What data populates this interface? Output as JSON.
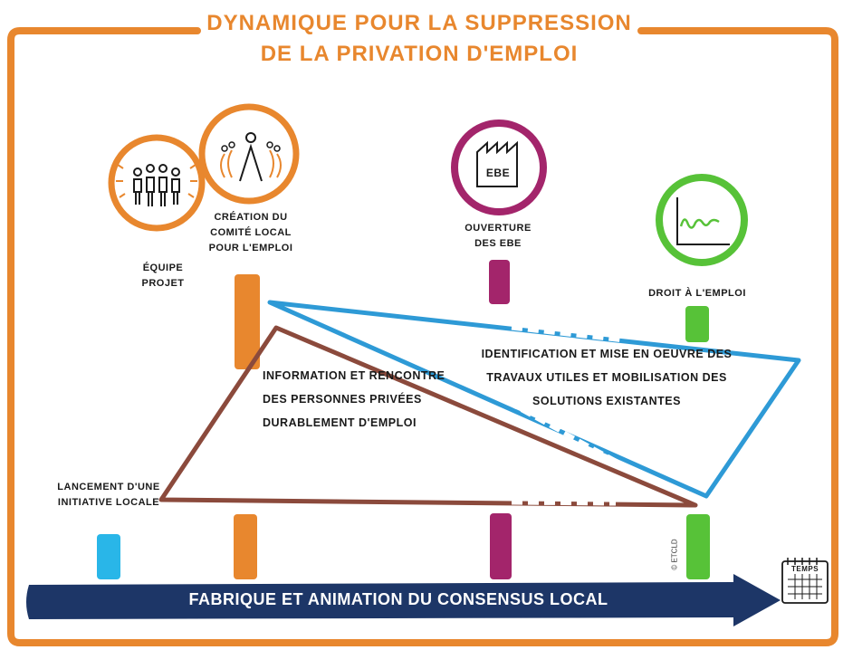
{
  "title": {
    "line1": "Dynamique pour la suppression",
    "line2": "de la privation d'emploi"
  },
  "milestones": {
    "equipe": "Équipe projet",
    "comite": "Création du comité local pour l'emploi",
    "ebe_open": "Ouverture des EBE",
    "droit": "Droit à l'emploi",
    "lancement": "Lancement d'une initiative locale"
  },
  "ebe_label": "EBE",
  "triangles": {
    "brown": "Information et rencontre des personnes privées durablement d'emploi",
    "blue": "Identification et mise en oeuvre des travaux utiles et mobilisation des solutions existantes"
  },
  "arrow_label": "Fabrique et animation du consensus local",
  "temps_label": "Temps",
  "credit": "© ETCLD",
  "colors": {
    "orange": "#e8872e",
    "purple": "#a3256b",
    "green": "#57c238",
    "blue": "#2e9ad6",
    "brown": "#8b4a3c",
    "navy": "#1d3667",
    "cyan": "#29b6e8"
  }
}
